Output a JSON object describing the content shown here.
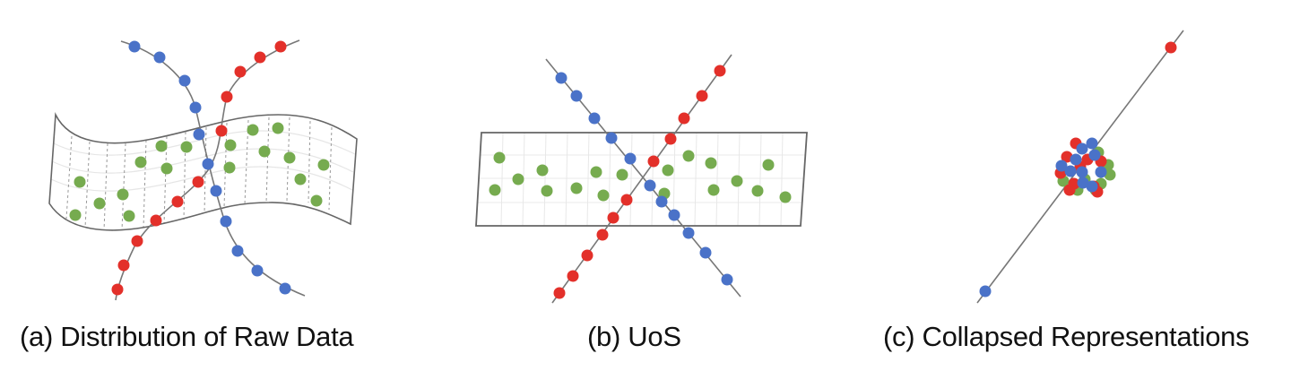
{
  "figure": {
    "colors": {
      "blue": "#4a72c8",
      "red": "#e3302a",
      "green": "#76ab4f",
      "line": "#777777",
      "frame": "#666666",
      "grid": "#dddddd"
    },
    "panels": [
      {
        "id": "a",
        "caption": "(a) Distribution of Raw Data",
        "description": "Curved 2D manifold sheet with green points, crossed by a blue curve and a red curve of points",
        "blue_points": [
          [
            150,
            52
          ],
          [
            178,
            64
          ],
          [
            206,
            90
          ],
          [
            218,
            120
          ],
          [
            222,
            150
          ],
          [
            232,
            183
          ],
          [
            241,
            213
          ],
          [
            252,
            247
          ],
          [
            265,
            280
          ],
          [
            287,
            302
          ],
          [
            318,
            322
          ]
        ],
        "red_points": [
          [
            313,
            52
          ],
          [
            290,
            64
          ],
          [
            268,
            80
          ],
          [
            253,
            108
          ],
          [
            247,
            146
          ],
          [
            242,
            172
          ],
          [
            221,
            203
          ],
          [
            198,
            225
          ],
          [
            174,
            246
          ],
          [
            153,
            269
          ],
          [
            138,
            296
          ],
          [
            131,
            323
          ]
        ],
        "green_points": [
          [
            89,
            203
          ],
          [
            111,
            227
          ],
          [
            84,
            240
          ],
          [
            137,
            217
          ],
          [
            144,
            241
          ],
          [
            157,
            181
          ],
          [
            180,
            163
          ],
          [
            186,
            188
          ],
          [
            208,
            164
          ],
          [
            282,
            145
          ],
          [
            310,
            143
          ],
          [
            257,
            162
          ],
          [
            256,
            187
          ],
          [
            295,
            169
          ],
          [
            323,
            176
          ],
          [
            335,
            200
          ],
          [
            361,
            184
          ],
          [
            353,
            224
          ]
        ]
      },
      {
        "id": "b",
        "caption": "(b) UoS",
        "description": "Flat planar sheet with green points, crossed by two straight lines of blue and red points (union of subspaces)",
        "blue_points": [
          [
            626,
            87
          ],
          [
            643,
            107
          ],
          [
            663,
            132
          ],
          [
            682,
            154
          ],
          [
            703,
            177
          ],
          [
            725,
            207
          ],
          [
            738,
            225
          ],
          [
            752,
            240
          ],
          [
            768,
            260
          ],
          [
            787,
            282
          ],
          [
            811,
            312
          ]
        ],
        "red_points": [
          [
            803,
            79
          ],
          [
            783,
            107
          ],
          [
            763,
            132
          ],
          [
            748,
            155
          ],
          [
            729,
            180
          ],
          [
            699,
            223
          ],
          [
            684,
            243
          ],
          [
            672,
            262
          ],
          [
            655,
            285
          ],
          [
            639,
            308
          ],
          [
            624,
            327
          ]
        ],
        "green_points": [
          [
            557,
            176
          ],
          [
            552,
            212
          ],
          [
            578,
            200
          ],
          [
            605,
            190
          ],
          [
            610,
            213
          ],
          [
            643,
            210
          ],
          [
            665,
            192
          ],
          [
            673,
            218
          ],
          [
            694,
            195
          ],
          [
            695,
            221
          ],
          [
            741,
            216
          ],
          [
            745,
            190
          ],
          [
            768,
            174
          ],
          [
            793,
            182
          ],
          [
            796,
            212
          ],
          [
            822,
            202
          ],
          [
            845,
            213
          ],
          [
            857,
            184
          ],
          [
            876,
            220
          ]
        ]
      },
      {
        "id": "c",
        "caption": "(c) Collapsed Representations",
        "description": "Single straight line with one red point at top, one blue point at bottom, and a dense collapsed cluster of red, green and blue points at the center",
        "line": [
          [
            1090,
            338
          ],
          [
            1320,
            34
          ]
        ],
        "red_points": [
          [
            1306,
            53
          ]
        ],
        "blue_points": [
          [
            1099,
            325
          ]
        ],
        "cluster_center": [
          1210,
          190
        ]
      }
    ]
  }
}
